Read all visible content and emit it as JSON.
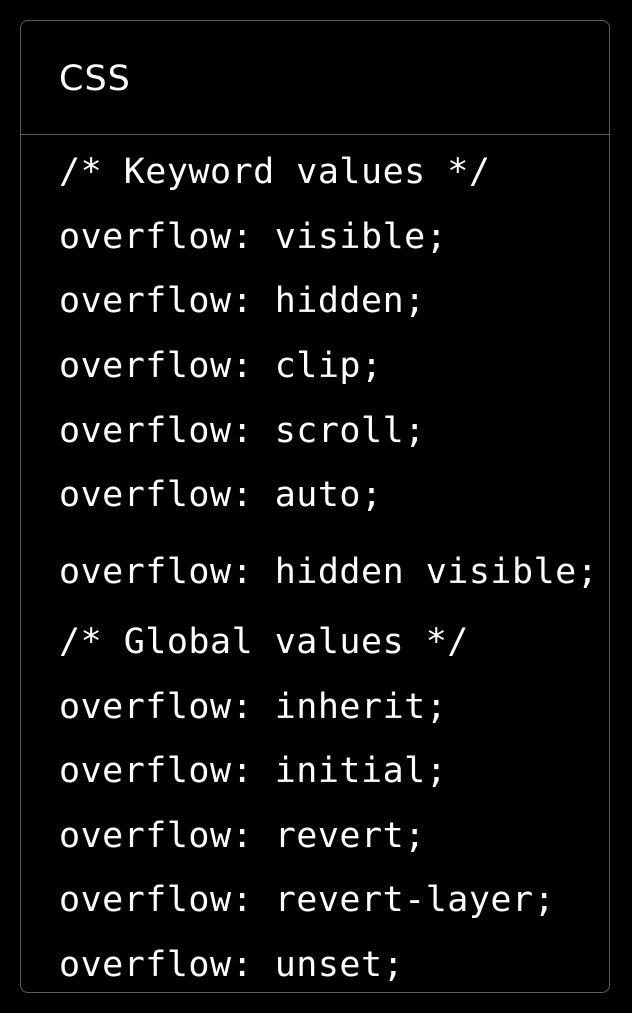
{
  "code_block": {
    "language": "CSS",
    "lines": [
      "/* Keyword values */",
      "overflow: visible;",
      "overflow: hidden;",
      "overflow: clip;",
      "overflow: scroll;",
      "overflow: auto;",
      "overflow: hidden visible;",
      "/* Global values */",
      "overflow: inherit;",
      "overflow: initial;",
      "overflow: revert;",
      "overflow: revert-layer;",
      "overflow: unset;"
    ]
  }
}
